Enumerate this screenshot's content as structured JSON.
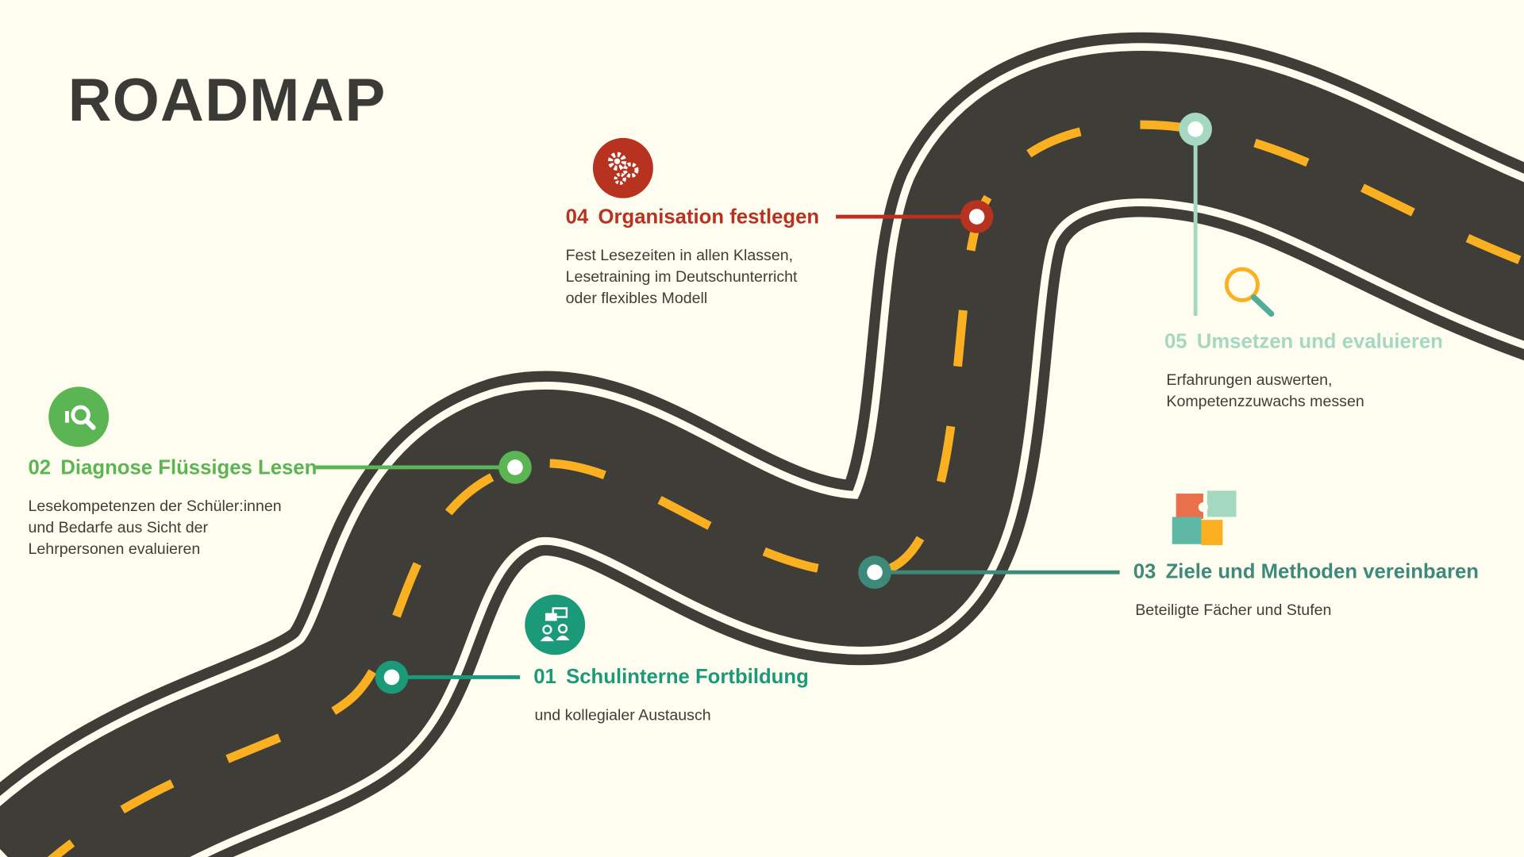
{
  "title": "ROADMAP",
  "colors": {
    "background": "#fefdf0",
    "road": "#3f3d38",
    "dash": "#fbb021",
    "step01": "#1a9a78",
    "step02": "#5ab552",
    "step03": "#3d8a7a",
    "step04": "#b83220",
    "step05": "#a5d8c0"
  },
  "steps": [
    {
      "number": "01",
      "title": "Schulinterne Fortbildung",
      "desc": [
        "und kollegialer Austausch"
      ],
      "icon": "people-chat-icon"
    },
    {
      "number": "02",
      "title": "Diagnose Flüssiges Lesen",
      "desc": [
        "Lesekompetenzen der Schüler:innen",
        "und Bedarfe aus Sicht der",
        "Lehrpersonen evaluieren"
      ],
      "icon": "magnifier-person-icon"
    },
    {
      "number": "03",
      "title": "Ziele und Methoden vereinbaren",
      "desc": [
        "Beteiligte Fächer und Stufen"
      ],
      "icon": "puzzle-icon"
    },
    {
      "number": "04",
      "title": "Organisation festlegen",
      "desc": [
        "Fest Lesezeiten in allen Klassen,",
        "Lesetraining im Deutschunterricht",
        "oder flexibles Modell"
      ],
      "icon": "gears-icon"
    },
    {
      "number": "05",
      "title": "Umsetzen und evaluieren",
      "desc": [
        "Erfahrungen auswerten,",
        "Kompetenzzuwachs messen"
      ],
      "icon": "magnifier-icon"
    }
  ]
}
